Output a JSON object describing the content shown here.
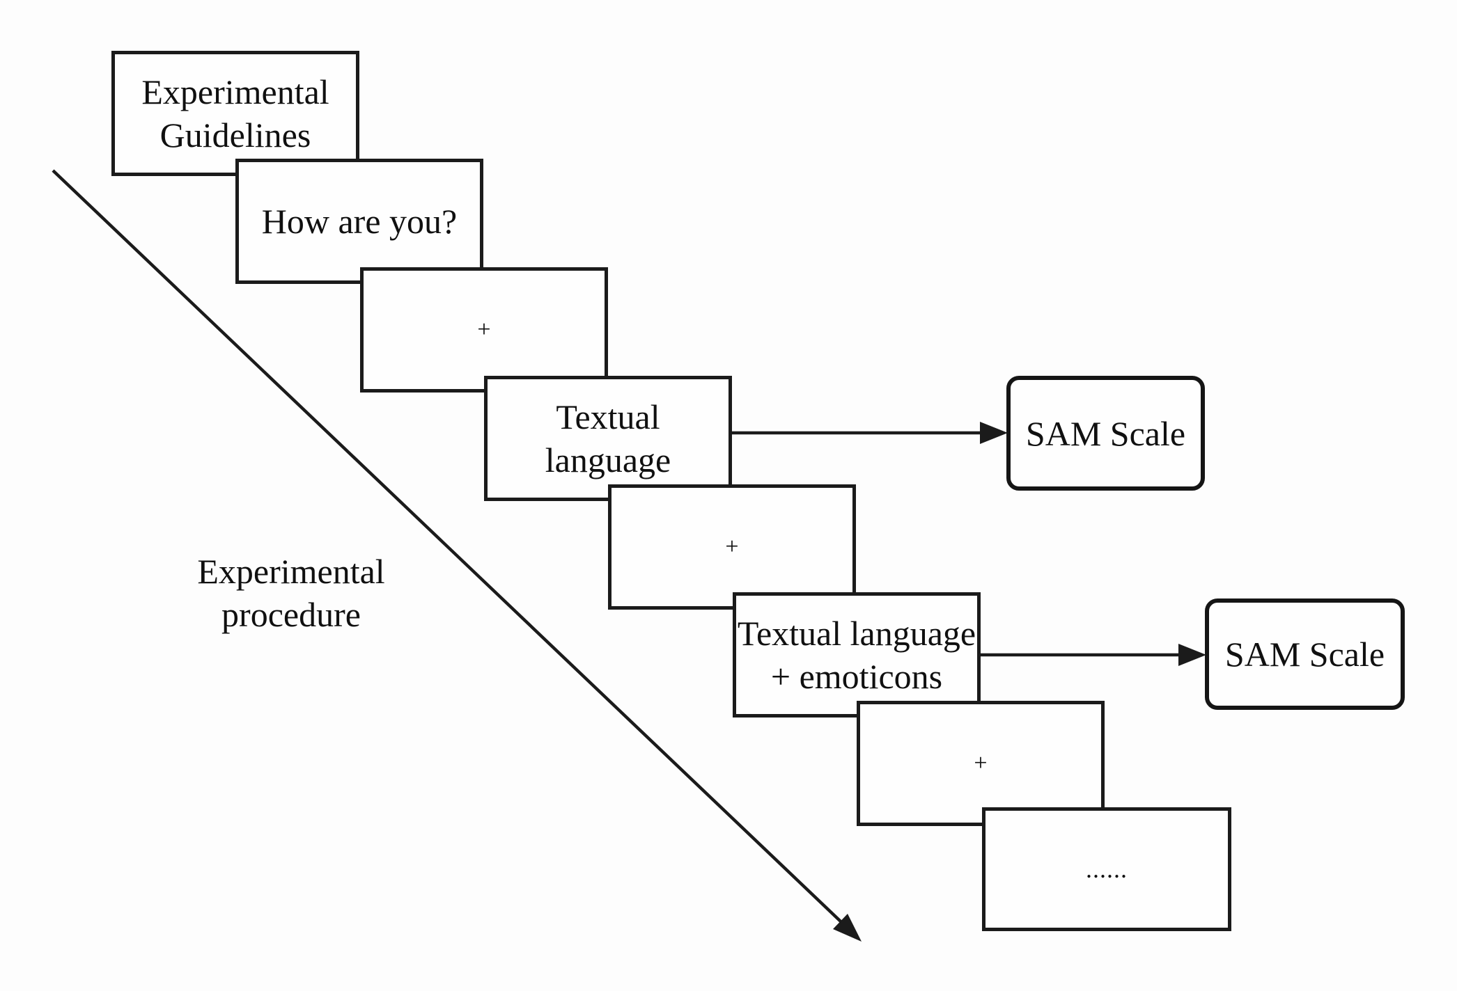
{
  "figure": {
    "procedure_label": {
      "line1": "Experimental",
      "line2": "procedure"
    },
    "screens": [
      {
        "name": "experimental-guidelines",
        "line1": "Experimental",
        "line2": "Guidelines"
      },
      {
        "name": "greeting-stimulus",
        "line1": "How are you?"
      },
      {
        "name": "fixation-1",
        "line1": "+"
      },
      {
        "name": "textual-language",
        "line1": "Textual",
        "line2": "language"
      },
      {
        "name": "fixation-2",
        "line1": "+"
      },
      {
        "name": "textual-language-emoticons",
        "line1": "Textual language",
        "line2": "+ emoticons"
      },
      {
        "name": "fixation-3",
        "line1": "+"
      },
      {
        "name": "continuation-ellipsis",
        "line1": "......"
      }
    ],
    "sam_scale_1": "SAM Scale",
    "sam_scale_2": "SAM Scale",
    "colors": {
      "line": "#1b1b1b",
      "background": "#fdfdfd",
      "text": "#101010"
    }
  }
}
